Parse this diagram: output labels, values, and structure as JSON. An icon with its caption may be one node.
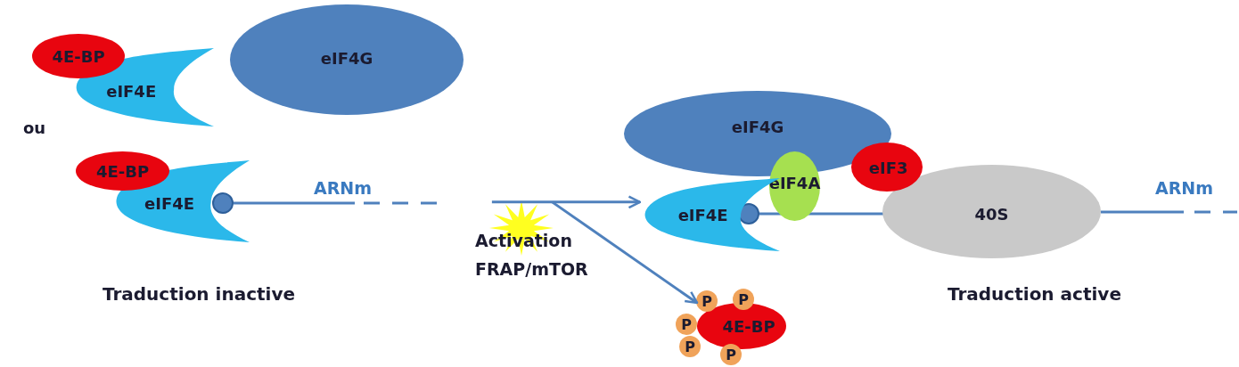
{
  "diagram": {
    "nodes": [
      {
        "text": [
          "4E-BP"
        ]
      },
      {
        "text": [
          "eIF4E"
        ]
      },
      {
        "text": [
          "eIF4G"
        ]
      },
      {
        "text": [
          "4E-BP"
        ]
      },
      {
        "text": [
          "eIF4E"
        ]
      },
      {
        "text": [
          "eIF4G"
        ]
      },
      {
        "text": [
          "eIF3"
        ]
      },
      {
        "text": [
          "eIF4A"
        ]
      },
      {
        "text": [
          "eIF4E"
        ]
      },
      {
        "text": [
          "40S"
        ]
      },
      {
        "text": [
          "4E-BP"
        ]
      },
      {
        "text": [
          "P"
        ]
      },
      {
        "text": [
          "P"
        ]
      },
      {
        "text": [
          "P"
        ]
      },
      {
        "text": [
          "P"
        ]
      },
      {
        "text": [
          "P"
        ]
      },
      {
        "text": [],
        "shape": "star"
      }
    ],
    "edges": [
      {
        "from": 16,
        "to": 8,
        "arrow": "to"
      },
      {
        "from": 16,
        "to": 10,
        "arrow": "to"
      }
    ],
    "labels": [
      "ou",
      "ARNm",
      "Traduction inactive",
      "Activation FRAP/mTOR",
      "ARNm",
      "Traduction active"
    ]
  }
}
